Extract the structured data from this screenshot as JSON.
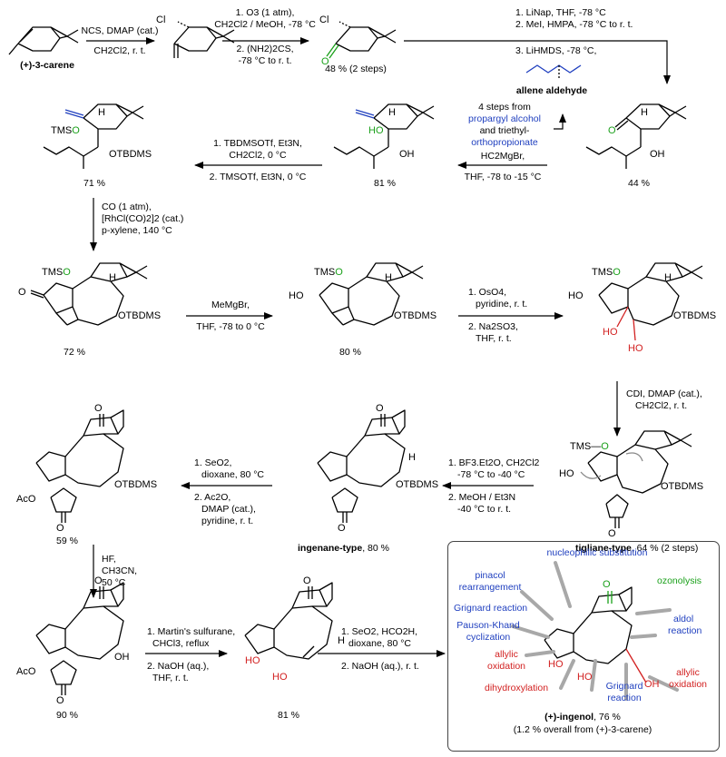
{
  "compounds": {
    "carene": "(+)-3-carene",
    "allene_aldehyde": "allene aldehyde",
    "ingenane": "ingenane-type",
    "tigliane": "tigliane-type",
    "ingenol": "(+)-ingenol"
  },
  "reagents": {
    "s1": [
      "NCS, DMAP (cat.)",
      "CH2Cl2, r. t."
    ],
    "s2": [
      "1. O3 (1 atm),",
      "CH2Cl2 / MeOH, -78 °C",
      "2. (NH2)2CS,",
      "-78 °C to r. t."
    ],
    "s3": [
      "1. LiNap, THF, -78 °C",
      "2. MeI, HMPA, -78 °C to r. t.",
      "3. LiHMDS, -78 °C,"
    ],
    "allene_note": [
      "4 steps from",
      "propargyl alcohol",
      "and triethyl-",
      "orthopropionate"
    ],
    "s4": [
      "HC2MgBr,",
      "THF, -78 to -15 °C"
    ],
    "s5": [
      "1. TBDMSOTf, Et3N,",
      "CH2Cl2, 0 °C",
      "2. TMSOTf, Et3N, 0 °C"
    ],
    "s6": [
      "CO (1 atm),",
      "[RhCl(CO)2]2 (cat.)",
      "p-xylene, 140 °C"
    ],
    "s7": [
      "MeMgBr,",
      "THF, -78 to 0 °C"
    ],
    "s8": [
      "1. OsO4,",
      "pyridine, r. t.",
      "2. Na2SO3,",
      "THF, r. t."
    ],
    "s9": [
      "CDI, DMAP (cat.),",
      "CH2Cl2, r. t."
    ],
    "s10": [
      "1. BF3.Et2O, CH2Cl2",
      "-78 °C to -40 °C",
      "2. MeOH / Et3N",
      "-40 °C to r. t."
    ],
    "s11": [
      "1. SeO2,",
      "dioxane, 80 °C",
      "2. Ac2O,",
      "DMAP (cat.),",
      "pyridine, r. t."
    ],
    "s12": [
      "HF,",
      "CH3CN,",
      "50 °C"
    ],
    "s13": [
      "1. Martin's sulfurane,",
      "CHCl3, reflux",
      "2. NaOH (aq.),",
      "THF, r. t."
    ],
    "s14": [
      "1. SeO2, HCO2H,",
      "dioxane, 80 °C",
      "2. NaOH (aq.), r. t."
    ]
  },
  "yields": {
    "y1": "48 % (2 steps)",
    "y2": "44 %",
    "y3": "81 %",
    "y4": "71 %",
    "y5": "72 %",
    "y6": "80 %",
    "y7": ", 64 % (2 steps)",
    "y8": ", 80 %",
    "y9": "59 %",
    "y10": "90 %",
    "y11": "81 %",
    "y12": ", 76 %",
    "overall": "(1.2 % overall from (+)-3-carene)"
  },
  "summary_labels": {
    "nucleophilic": "nucleophilic substitution",
    "pinacol_1": "pinacol",
    "pinacol_2": "rearrangement",
    "ozonolysis": "ozonolysis",
    "grignard1": "Grignard reaction",
    "pauson_1": "Pauson-Khand",
    "pauson_2": "cyclization",
    "aldol_1": "aldol",
    "aldol_2": "reaction",
    "allylic1_1": "allylic",
    "allylic1_2": "oxidation",
    "allylic2_1": "allylic",
    "allylic2_2": "oxidation",
    "dihydrox": "dihydroxylation",
    "grignard2_1": "Grignard",
    "grignard2_2": "reaction"
  },
  "atoms": {
    "Cl": "Cl",
    "O": "O",
    "H": "H",
    "OH": "OH",
    "HO": "HO",
    "TMS": "TMS",
    "TMSO": "TMSO",
    "OTBDMS": "OTBDMS",
    "AcO": "AcO",
    "O_lbl": "O"
  },
  "colors": {
    "blue": "#1f3fbf",
    "red": "#d22020",
    "green": "#1aa01a",
    "gray": "#a8a8a8"
  }
}
